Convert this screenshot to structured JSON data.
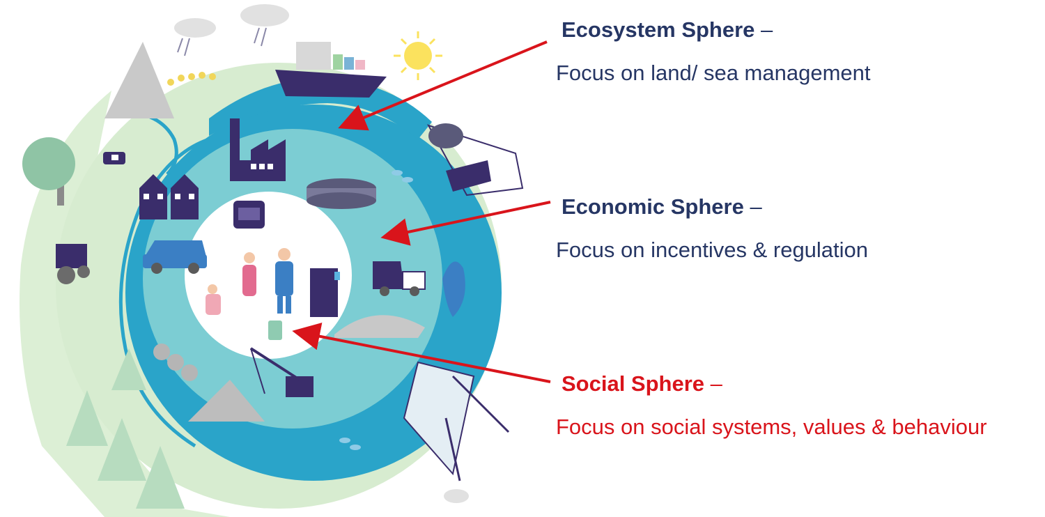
{
  "colors": {
    "navy": "#263664",
    "red": "#d9141b",
    "outer_ring": "#2aa4c9",
    "inner_ring": "#7ccdd3",
    "land": "#cfe8c6",
    "center": "#ffffff",
    "icons": "#3a2d6b"
  },
  "spheres": [
    {
      "id": "ecosystem",
      "title": "Ecosystem Sphere",
      "dash": "–",
      "description": "Focus on land/ sea management",
      "tone": "navy"
    },
    {
      "id": "economic",
      "title": "Economic Sphere",
      "dash": "–",
      "description": "Focus on incentives & regulation",
      "tone": "navy"
    },
    {
      "id": "social",
      "title": "Social Sphere",
      "dash": "–",
      "description": "Focus on social systems, values & behaviour",
      "tone": "red"
    }
  ],
  "icons": [
    "sun-icon",
    "cloud-icon",
    "container-ship-icon",
    "fishing-trawler-icon",
    "factory-icon",
    "houses-icon",
    "water-treatment-tank-icon",
    "car-icon",
    "armchair-icon",
    "people-icon",
    "washing-machine-icon",
    "garbage-truck-icon",
    "landfill-icon",
    "whale-icon",
    "fish-icon",
    "crane-icon",
    "oil-rig-icon",
    "logs-icon",
    "sand-pile-icon",
    "tractor-icon",
    "cow-icon",
    "tree-icon",
    "forest-icon",
    "mountain-icon",
    "crops-icon"
  ]
}
